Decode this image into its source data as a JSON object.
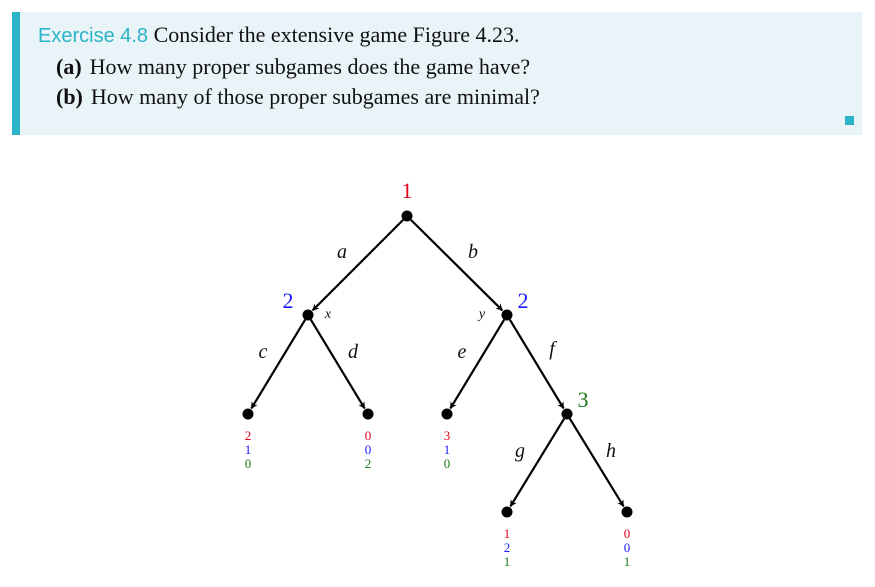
{
  "exercise": {
    "label": "Exercise 4.8",
    "statement": "Consider the extensive game Figure 4.23.",
    "parts": [
      {
        "tag": "(a)",
        "text": "How many proper subgames does the game have?"
      },
      {
        "tag": "(b)",
        "text": "How many of those proper subgames are minimal?"
      }
    ]
  },
  "colors": {
    "player1": "#e3001b",
    "player2": "#1a1aff",
    "player3": "#1a7a1a",
    "accent": "#2bb3c8"
  },
  "tree": {
    "nodes": [
      {
        "id": "root",
        "player": "1",
        "label": ""
      },
      {
        "id": "x",
        "player": "2",
        "label": "x"
      },
      {
        "id": "y",
        "player": "2",
        "label": "y"
      },
      {
        "id": "n3",
        "player": "3",
        "label": ""
      },
      {
        "id": "t1",
        "payoff": [
          "2",
          "1",
          "0"
        ]
      },
      {
        "id": "t2",
        "payoff": [
          "0",
          "0",
          "2"
        ]
      },
      {
        "id": "t3",
        "payoff": [
          "3",
          "1",
          "0"
        ]
      },
      {
        "id": "t4",
        "payoff": [
          "1",
          "2",
          "1"
        ]
      },
      {
        "id": "t5",
        "payoff": [
          "0",
          "0",
          "1"
        ]
      }
    ],
    "edges": [
      {
        "from": "root",
        "to": "x",
        "label": "a"
      },
      {
        "from": "root",
        "to": "y",
        "label": "b"
      },
      {
        "from": "x",
        "to": "t1",
        "label": "c"
      },
      {
        "from": "x",
        "to": "t2",
        "label": "d"
      },
      {
        "from": "y",
        "to": "t3",
        "label": "e"
      },
      {
        "from": "y",
        "to": "n3",
        "label": "f"
      },
      {
        "from": "n3",
        "to": "t4",
        "label": "g"
      },
      {
        "from": "n3",
        "to": "t5",
        "label": "h"
      }
    ]
  }
}
